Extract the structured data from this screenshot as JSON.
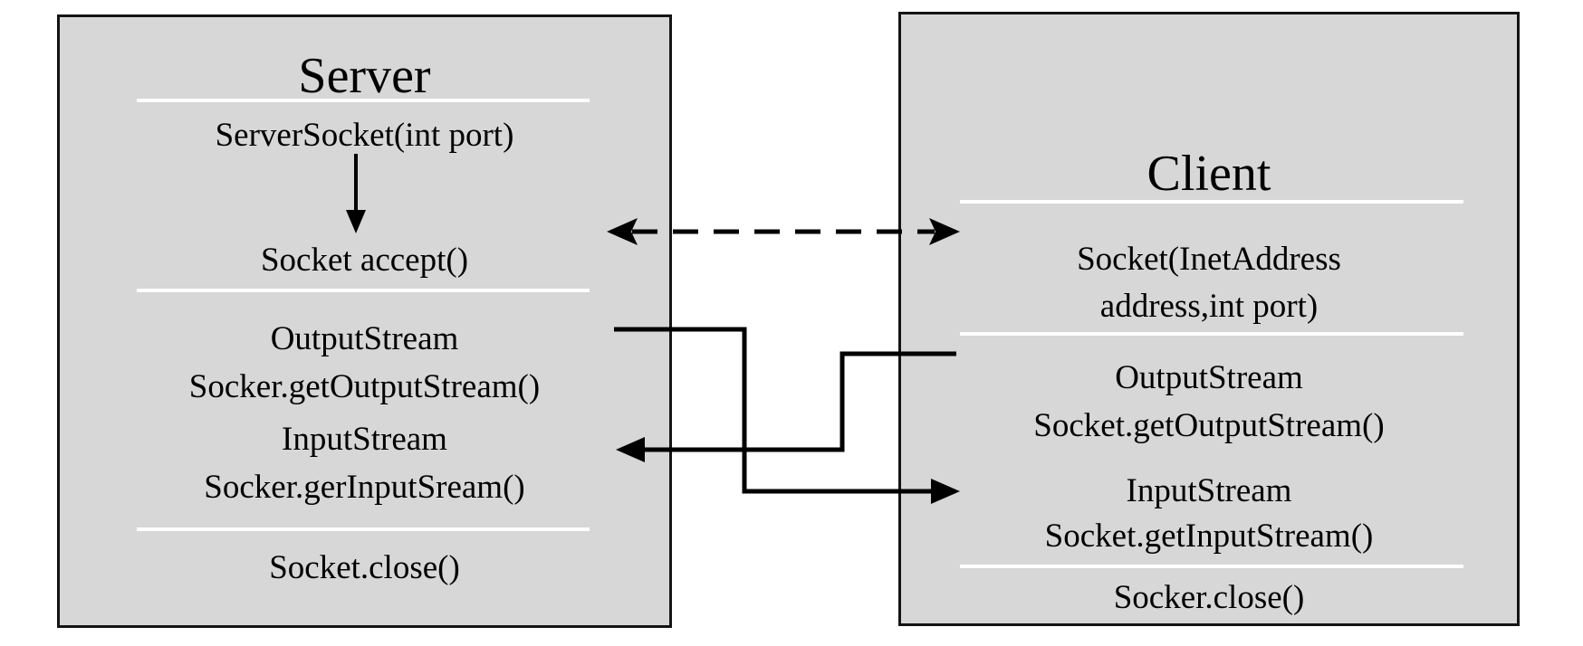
{
  "server": {
    "title": "Server",
    "constructor": "ServerSocket(int port)",
    "accept": "Socket accept()",
    "output_line1": "OutputStream",
    "output_line2": "Socker.getOutputStream()",
    "input_line1": "InputStream",
    "input_line2": "Socker.gerInputSream()",
    "close": "Socket.close()"
  },
  "client": {
    "title": "Client",
    "constructor_line1": "Socket(InetAddress",
    "constructor_line2": "address,int port)",
    "output_line1": "OutputStream",
    "output_line2": "Socket.getOutputStream()",
    "input_line1": "InputStream",
    "input_line2": "Socket.getInputStream()",
    "close": "Socker.close()"
  },
  "colors": {
    "background": "#ffffff",
    "box_fill": "#d7d7d7",
    "box_border": "#141414",
    "divider": "#ffffff",
    "arrow": "#000000"
  }
}
